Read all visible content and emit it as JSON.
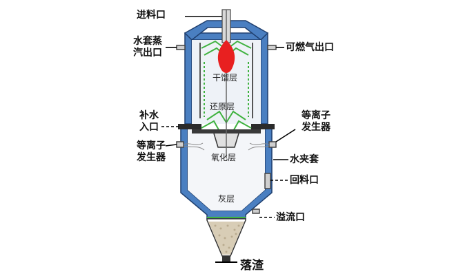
{
  "labels": {
    "feed_inlet": "进料口",
    "water_jacket_steam_line1": "水套蒸",
    "water_jacket_steam_line2": "汽出口",
    "combustible_gas_outlet": "可燃气出口",
    "make_up_water_line1": "补水",
    "make_up_water_line2": "入口",
    "plasma_generator_right_line1": "等离子",
    "plasma_generator_right_line2": "发生器",
    "plasma_generator_left_line1": "等离子",
    "plasma_generator_left_line2": "发生器",
    "water_jacket": "水夹套",
    "return_inlet": "回料口",
    "overflow_port": "溢流口",
    "slag": "落渣"
  },
  "zones": {
    "drying": "干馏层",
    "reduction": "还原层",
    "oxidation": "氧化层",
    "ash": "灰层"
  },
  "colors": {
    "shell": "#4a7fc1",
    "shell_inner": "#2f5f9e",
    "insulation": "#e8eef5",
    "green_lines": "#3fb23f",
    "flame": "#e82020",
    "slag": "#d8cdb6",
    "leader": "#000000"
  }
}
